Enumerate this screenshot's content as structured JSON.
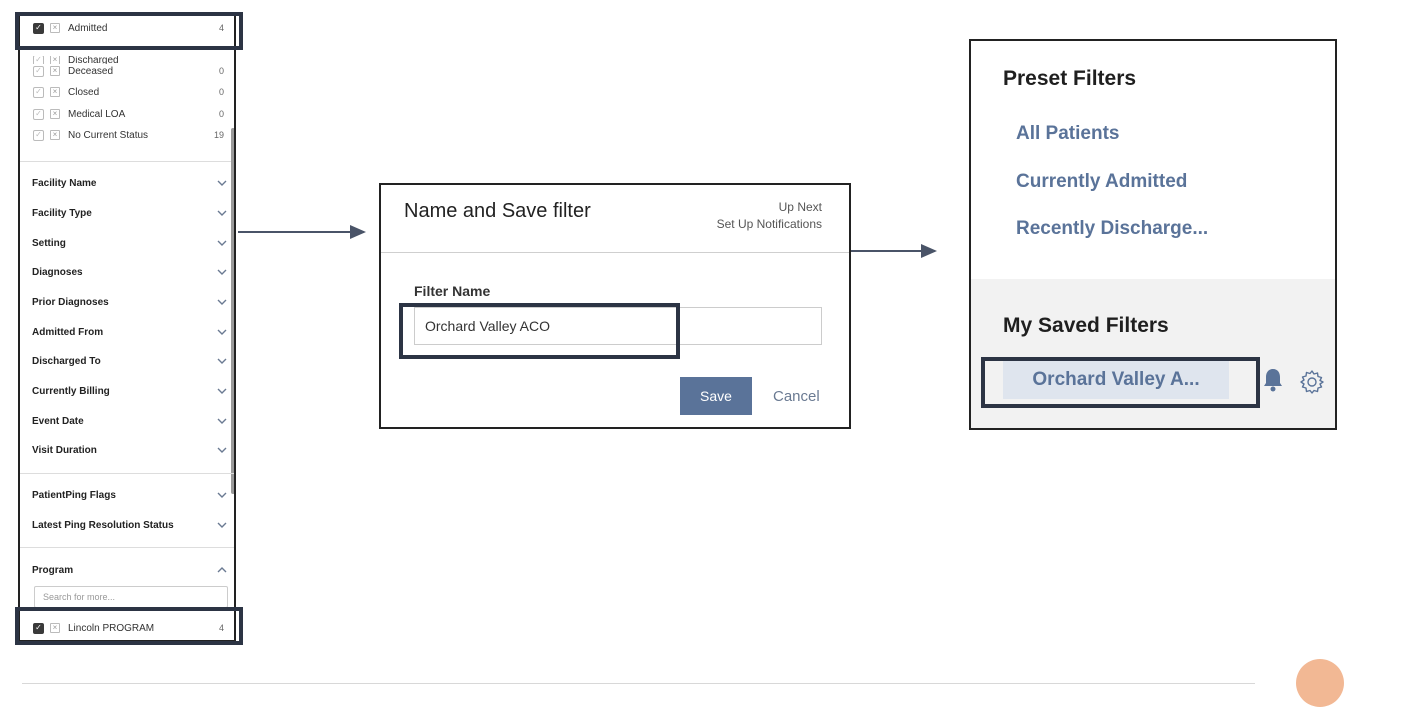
{
  "filter_panel": {
    "statuses": [
      {
        "label": "Admitted",
        "count": "4",
        "checked": true
      },
      {
        "label": "Discharged",
        "count": "",
        "checked": false
      },
      {
        "label": "Deceased",
        "count": "0",
        "checked": false
      },
      {
        "label": "Closed",
        "count": "0",
        "checked": false
      },
      {
        "label": "Medical LOA",
        "count": "0",
        "checked": false
      },
      {
        "label": "No Current Status",
        "count": "19",
        "checked": false
      }
    ],
    "groups": [
      "Facility Name",
      "Facility Type",
      "Setting",
      "Diagnoses",
      "Prior Diagnoses",
      "Admitted From",
      "Discharged To",
      "Currently Billing",
      "Event Date",
      "Visit Duration"
    ],
    "flag_groups": [
      "PatientPing Flags",
      "Latest Ping Resolution Status"
    ],
    "program": {
      "label": "Program",
      "search_placeholder": "Search for more...",
      "item": {
        "label": "Lincoln PROGRAM",
        "count": "4",
        "checked": true
      }
    }
  },
  "dialog": {
    "title": "Name and Save filter",
    "up_next_label": "Up Next",
    "up_next_value": "Set Up Notifications",
    "field_label": "Filter Name",
    "field_value": "Orchard Valley ACO",
    "save_label": "Save",
    "cancel_label": "Cancel"
  },
  "saved_panel": {
    "preset_title": "Preset Filters",
    "presets": [
      "All Patients",
      "Currently Admitted",
      "Recently Discharge..."
    ],
    "saved_title": "My Saved Filters",
    "saved_item": "Orchard Valley A..."
  },
  "icons": {
    "bell": "bell-icon",
    "gear": "gear-icon",
    "chevron": "chevron-down-icon"
  },
  "colors": {
    "accent": "#5a7399",
    "highlight_border": "#2c3444",
    "footer_circle": "#f2b894"
  }
}
